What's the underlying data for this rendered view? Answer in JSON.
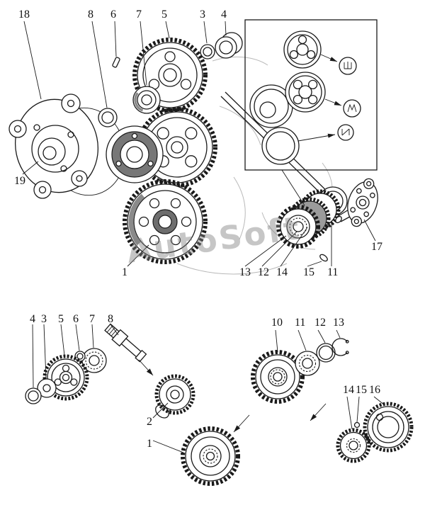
{
  "watermark": {
    "text": "AutoSoft",
    "color": "#808080"
  },
  "diagram": {
    "type": "exploded-parts-diagram",
    "subject": "timing gear train and drive parts",
    "line_color": "#1a1a1a",
    "background": "#ffffff",
    "part_numbers_visible": [
      "1",
      "2",
      "3",
      "4",
      "5",
      "6",
      "7",
      "8",
      "10",
      "11",
      "12",
      "13",
      "14",
      "15",
      "16",
      "17",
      "18",
      "19"
    ]
  },
  "labels": {
    "t18": "18",
    "t8": "8",
    "t6": "6",
    "t7": "7",
    "t5": "5",
    "t3": "3",
    "t4": "4",
    "t19": "19",
    "t1": "1",
    "t13": "13",
    "t12": "12",
    "t14": "14",
    "t15": "15",
    "t11": "11",
    "t17": "17",
    "bl4": "4",
    "bl3": "3",
    "bl5": "5",
    "bl6": "6",
    "bl7": "7",
    "bl8": "8",
    "bl2": "2",
    "bl1": "1",
    "br10": "10",
    "br11": "11",
    "br12": "12",
    "br13": "13",
    "br14": "14",
    "br15": "15",
    "br16": "16"
  }
}
